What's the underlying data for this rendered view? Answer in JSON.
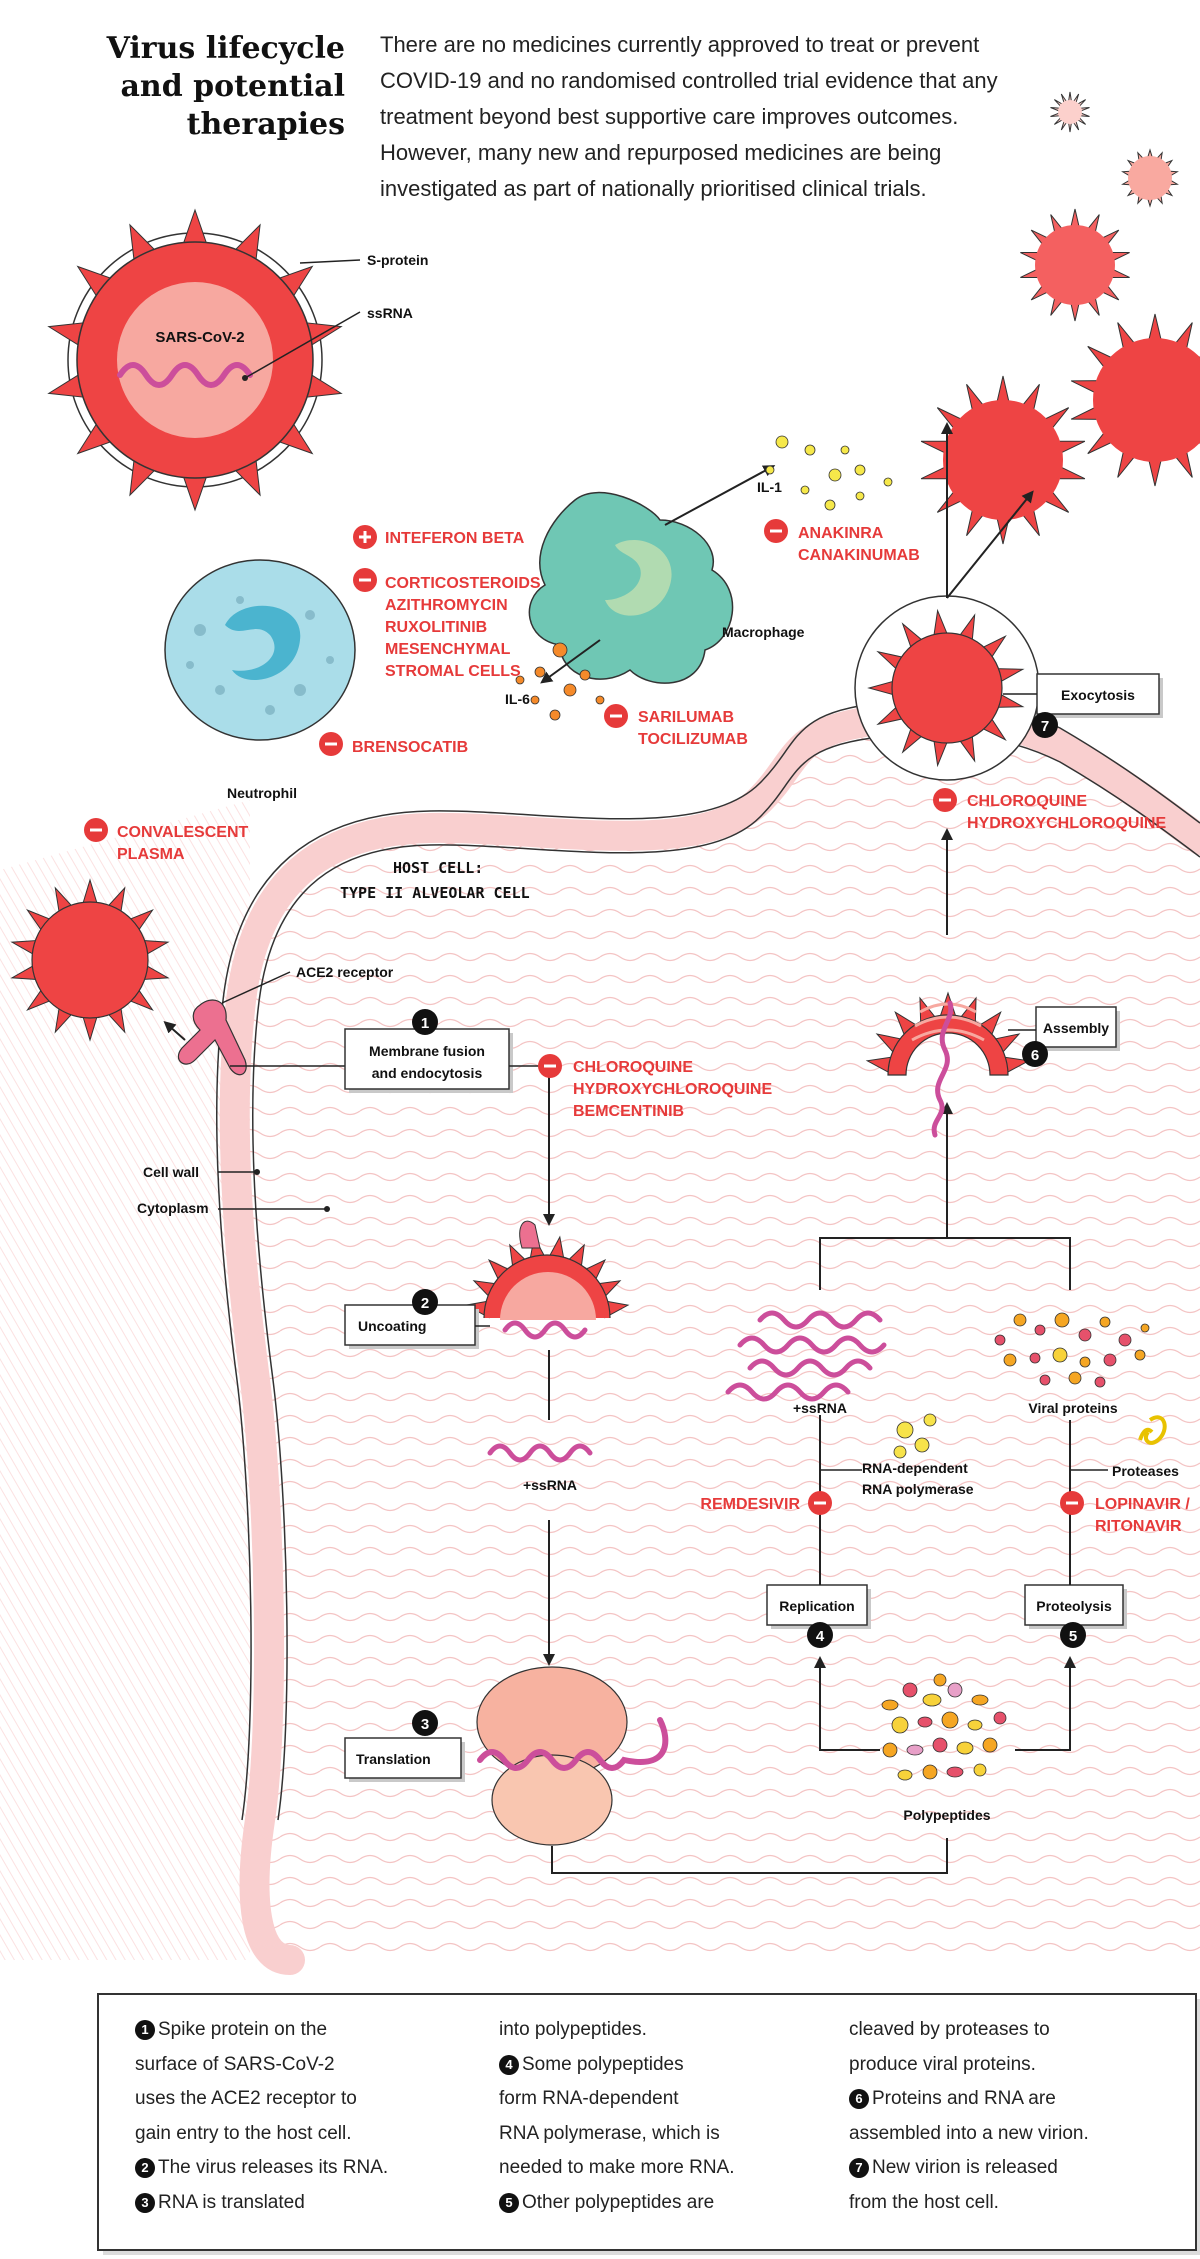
{
  "title": {
    "line1": "Virus lifecycle",
    "line2": "and potential",
    "line3": "therapies"
  },
  "intro": [
    "There are no medicines currently approved to treat or prevent",
    "COVID-19 and no randomised controlled trial evidence that any",
    "treatment beyond best supportive care improves outcomes.",
    "However, many new and repurposed medicines are being",
    "investigated as part of nationally prioritised clinical trials."
  ],
  "virus": {
    "name": "SARS-CoV-2",
    "s_protein": "S-protein",
    "ssrna": "ssRNA"
  },
  "immune": {
    "neutrophil": "Neutrophil",
    "macrophage": "Macrophage",
    "il1": "IL-1",
    "il6": "IL-6"
  },
  "host": {
    "title_line1": "HOST CELL:",
    "title_line2": "TYPE II ALVEOLAR CELL",
    "ace2": "ACE2 receptor",
    "cell_wall": "Cell wall",
    "cytoplasm": "Cytoplasm"
  },
  "steps": {
    "s1_line1": "Membrane fusion",
    "s1_line2": "and endocytosis",
    "s2": "Uncoating",
    "s3": "Translation",
    "s4": "Replication",
    "s5": "Proteolysis",
    "s6": "Assembly",
    "s7": "Exocytosis",
    "n1": "1",
    "n2": "2",
    "n3": "3",
    "n4": "4",
    "n5": "5",
    "n6": "6",
    "n7": "7"
  },
  "molecules": {
    "ssrna_mid": "+ssRNA",
    "ssrna_right": "+ssRNA",
    "viral_proteins": "Viral proteins",
    "rdrp_line1": "RNA-dependent",
    "rdrp_line2": "RNA polymerase",
    "proteases": "Proteases",
    "polypeptides": "Polypeptides"
  },
  "therapies": {
    "interferon": "INTEFERON BETA",
    "cortico": [
      "CORTICOSTEROIDS",
      "AZITHROMYCIN",
      "RUXOLITINIB",
      "MESENCHYMAL",
      "STROMAL CELLS"
    ],
    "anakinra": [
      "ANAKINRA",
      "CANAKINUMAB"
    ],
    "sarilumab": [
      "SARILUMAB",
      "TOCILIZUMAB"
    ],
    "brensocatib": "BRENSOCATIB",
    "plasma": [
      "CONVALESCENT",
      "PLASMA"
    ],
    "chloroquine_top": [
      "CHLOROQUINE",
      "HYDROXYCHLOROQUINE"
    ],
    "chloroquine_entry": [
      "CHLOROQUINE",
      "HYDROXYCHLOROQUINE",
      "BEMCENTINIB"
    ],
    "remdesivir": "REMDESIVIR",
    "lopinavir": [
      "LOPINAVIR /",
      "RITONAVIR"
    ]
  },
  "legend": {
    "col1": [
      {
        "num": "1",
        "text": "Spike protein on the"
      },
      {
        "num": "",
        "text": "surface of SARS-CoV-2"
      },
      {
        "num": "",
        "text": "uses the ACE2 receptor to"
      },
      {
        "num": "",
        "text": "gain entry to the host cell."
      },
      {
        "num": "2",
        "text": "The virus releases its RNA."
      },
      {
        "num": "3",
        "text": "RNA is translated"
      }
    ],
    "col2": [
      {
        "num": "",
        "text": "into polypeptides."
      },
      {
        "num": "4",
        "text": "Some polypeptides"
      },
      {
        "num": "",
        "text": "form RNA-dependent"
      },
      {
        "num": "",
        "text": "RNA polymerase, which is"
      },
      {
        "num": "",
        "text": "needed to make more RNA."
      },
      {
        "num": "5",
        "text": "Other polypeptides are"
      }
    ],
    "col3": [
      {
        "num": "",
        "text": "cleaved by proteases to"
      },
      {
        "num": "",
        "text": "produce viral proteins."
      },
      {
        "num": "6",
        "text": "Proteins and RNA are"
      },
      {
        "num": "",
        "text": "assembled into a new virion."
      },
      {
        "num": "7",
        "text": "New virion is released"
      },
      {
        "num": "",
        "text": "from the host cell."
      }
    ]
  },
  "colors": {
    "virus_red": "#ee4444",
    "virus_light": "#f7a8a0",
    "cell_wall": "#f9d0d0",
    "rna": "#cc4e9b",
    "drug_red": "#e63a3a",
    "macrophage": "#6fc7b4",
    "neutrophil": "#9fd6e3"
  }
}
